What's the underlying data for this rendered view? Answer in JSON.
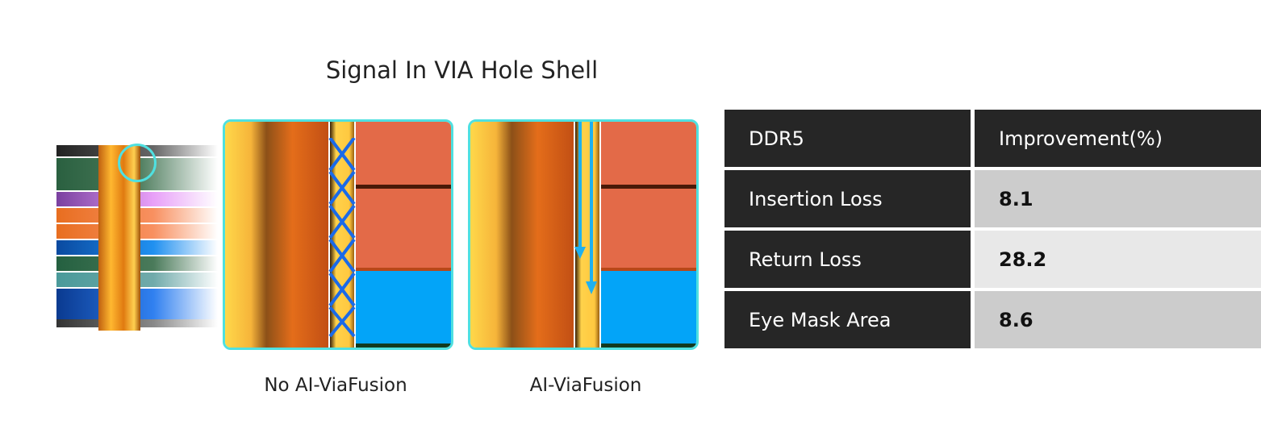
{
  "title": "Signal In VIA Hole Shell",
  "captions": {
    "left": "No AI-ViaFusion",
    "right": "AI-ViaFusion"
  },
  "table": {
    "headers": [
      "DDR5",
      "Improvement(%)"
    ],
    "rows": [
      {
        "metric": "Insertion Loss",
        "value": "8.1"
      },
      {
        "metric": "Return Loss",
        "value": "28.2"
      },
      {
        "metric": "Eye Mask Area",
        "value": "8.6"
      }
    ]
  },
  "colors": {
    "highlight": "#4fe0e0",
    "arrow": "#1fb0f0",
    "header_bg": "#262626"
  }
}
